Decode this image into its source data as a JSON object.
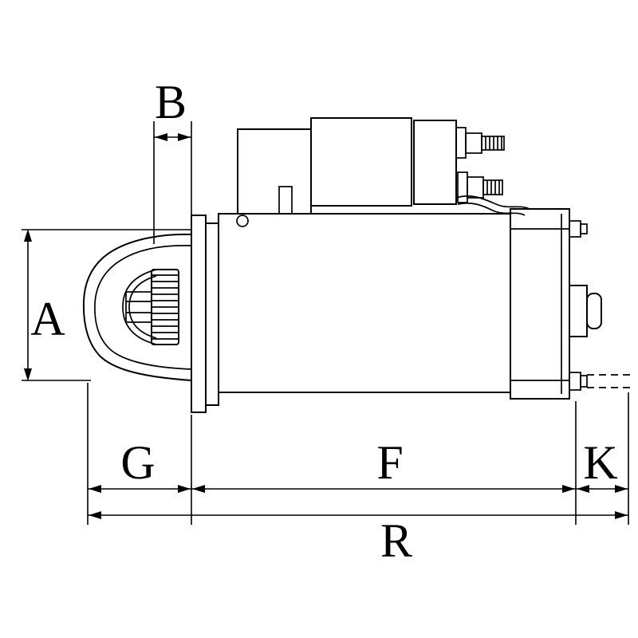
{
  "diagram": {
    "type": "technical-dimension-drawing",
    "subject": "starter motor side view with dimension callouts",
    "background_color": "#ffffff",
    "line_color": "#000000",
    "labels": {
      "a": "A",
      "b": "B",
      "g": "G",
      "f": "F",
      "k": "K",
      "r": "R"
    }
  }
}
